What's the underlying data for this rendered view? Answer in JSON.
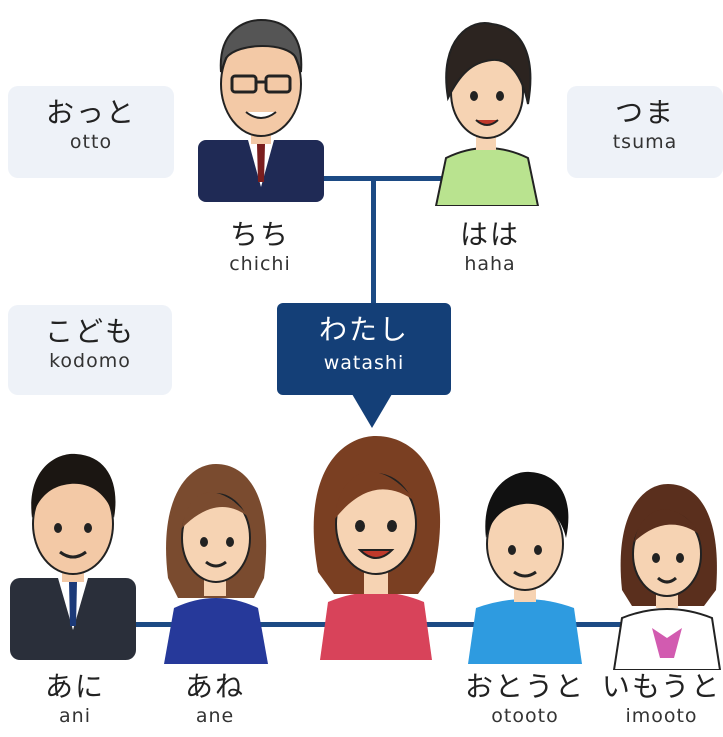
{
  "tags": {
    "otto": {
      "jp": "おっと",
      "ro": "otto"
    },
    "tsuma": {
      "jp": "つま",
      "ro": "tsuma"
    },
    "kodomo": {
      "jp": "こども",
      "ro": "kodomo"
    }
  },
  "parents": {
    "chichi": {
      "jp": "ちち",
      "ro": "chichi"
    },
    "haha": {
      "jp": "はは",
      "ro": "haha"
    }
  },
  "self": {
    "jp": "わたし",
    "ro": "watashi"
  },
  "siblings": {
    "ani": {
      "jp": "あに",
      "ro": "ani"
    },
    "ane": {
      "jp": "あね",
      "ro": "ane"
    },
    "otooto": {
      "jp": "おとうと",
      "ro": "otooto"
    },
    "imooto": {
      "jp": "いもうと",
      "ro": "imooto"
    }
  },
  "colors": {
    "line": "#1c4a84",
    "callout": "#143f77",
    "tag_bg": "#eef2f8"
  }
}
